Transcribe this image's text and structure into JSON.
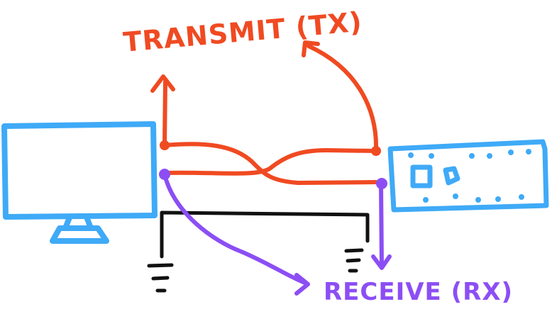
{
  "labels": {
    "transmit": "TRANSMIT (TX)",
    "receive": "RECEIVE (RX)"
  },
  "colors": {
    "device_blue": "#3faaf7",
    "tx_red": "#f04a22",
    "rx_purple": "#8c4ef4",
    "ground_black": "#111111"
  },
  "icons": [
    "computer-monitor",
    "microcontroller-board",
    "ground-symbol"
  ]
}
